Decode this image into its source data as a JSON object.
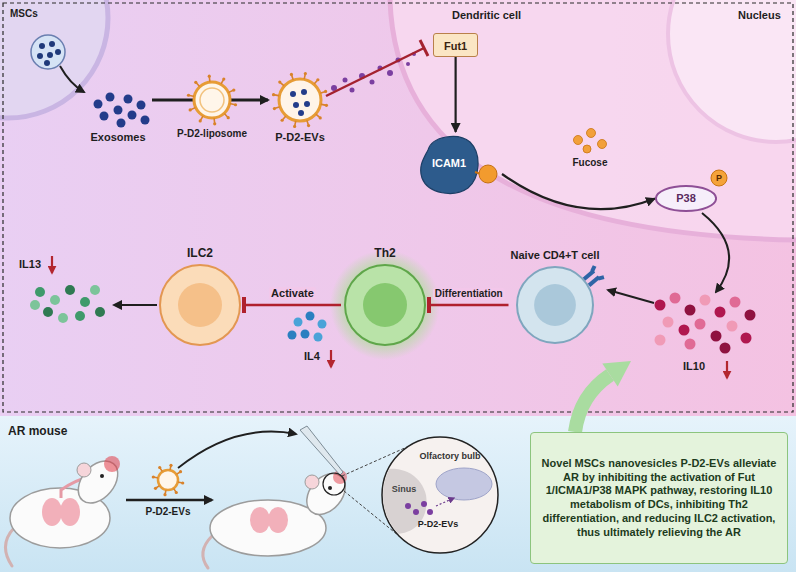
{
  "diagram": {
    "nodes": [
      {
        "text": [
          "Fut1"
        ]
      },
      {
        "text": [
          "ICAM1"
        ]
      },
      {
        "text": [
          "P38"
        ]
      },
      {
        "text": [
          "Naive CD4+T cell"
        ]
      },
      {
        "text": [
          "Th2"
        ]
      },
      {
        "text": [
          "ILC2"
        ]
      },
      {
        "text": [
          "Novel MSCs nanovesicles P-D2-EVs alleviate AR by inhibiting the activation of Fut 1/ICMA1/P38 MAPK pathway, restoring IL10 metabolism of DCs, inhibiting Th2 differentiation, and reducing ILC2 activation, thus ultimately relieving the AR"
        ]
      }
    ],
    "edges": [
      {
        "from": 0,
        "to": 1,
        "arrow": "to"
      },
      {
        "from": 1,
        "to": 2,
        "arrow": "to"
      },
      {
        "from": 3,
        "to": 4,
        "arrow": "to",
        "label": "Differentiation"
      },
      {
        "from": 4,
        "to": 5,
        "arrow": "to",
        "label": "Activate"
      }
    ],
    "labels": [
      "MSCs",
      "Dendritic cell",
      "Nucleus",
      "Exosomes",
      "P-D2-liposome",
      "P-D2-EVs",
      "Fucose",
      "P",
      "IL10",
      "IL4",
      "IL13",
      "AR mouse",
      "P-D2-EVs",
      "Sinus",
      "Olfactory bulb",
      "P-D2-EVs"
    ]
  }
}
